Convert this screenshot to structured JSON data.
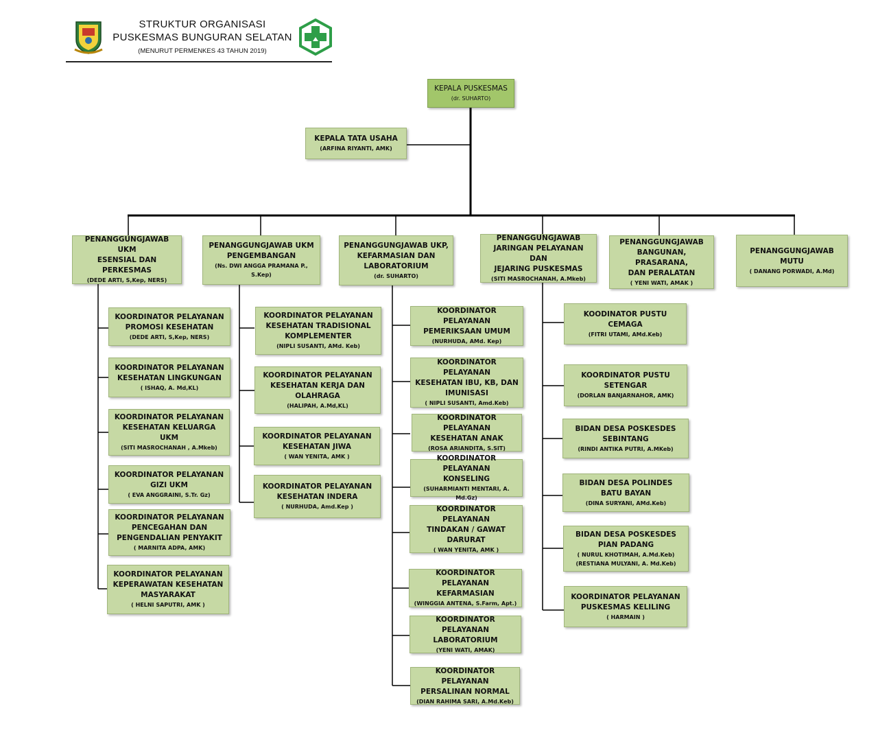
{
  "header": {
    "title_line1": "STRUKTUR ORGANISASI",
    "title_line2": "PUSKESMAS BUNGURAN SELATAN",
    "subtitle": "(MENURUT PERMENKES 43 TAHUN 2019)"
  },
  "colors": {
    "box": "#c6d9a4",
    "head_box": "#a2c66a",
    "lines": "#000000",
    "logo_green": "#2e9e48"
  },
  "icons": {
    "left": "regional-emblem-icon",
    "right": "puskesmas-cross-logo-icon"
  },
  "head": {
    "title": "KEPALA PUSKESMAS",
    "name": "(dr. SUHARTO)"
  },
  "tata_usaha": {
    "title": "KEPALA TATA USAHA",
    "name": "(ARFINA RIYANTI, AMK)"
  },
  "columns": [
    {
      "title": "PENANGGUNGJAWAB UKM\nESENSIAL DAN PERKESMAS",
      "name": "(DEDE ARTI, S,Kep, NERS)",
      "items": [
        {
          "title": "KOORDINATOR PELAYANAN\nPROMOSI KESEHATAN",
          "name": "(DEDE ARTI, S,Kep, NERS)"
        },
        {
          "title": "KOORDINATOR  PELAYANAN\nKESEHATAN LINGKUNGAN",
          "name": "( ISHAQ, A. Md,KL)"
        },
        {
          "title": "KOORDINATOR PELAYANAN\nKESEHATAN KELUARGA UKM",
          "name": "(SITI MASROCHANAH , A.Mkeb)"
        },
        {
          "title": "KOORDINATOR PELAYANAN\nGIZI UKM",
          "name": "( EVA ANGGRAINI, S.Tr. Gz)"
        },
        {
          "title": "KOORDINATOR PELAYANAN\nPENCEGAHAN DAN\nPENGENDALIAN PENYAKIT",
          "name": "( MARNITA ADPA, AMK)"
        },
        {
          "title": "KOORDINATOR PELAYANAN\nKEPERAWATAN KESEHATAN\nMASYARAKAT",
          "name": "(  HELNI SAPUTRI, AMK )"
        }
      ]
    },
    {
      "title": "PENANGGUNGJAWAB UKM\nPENGEMBANGAN",
      "name": "(Ns. DWI ANGGA PRAMANA P., S.Kep)",
      "items": [
        {
          "title": "KOORDINATOR PELAYANAN\nKESEHATAN TRADISIONAL\nKOMPLEMENTER",
          "name": "(NIPLI SUSANTI, AMd. Keb)"
        },
        {
          "title": "KOORDINATOR PELAYANAN\nKESEHATAN KERJA DAN\nOLAHRAGA",
          "name": "(HALIPAH, A.Md,KL)"
        },
        {
          "title": "KOORDINATOR PELAYANAN\nKESEHATAN JIWA",
          "name": "( WAN YENITA, AMK )"
        },
        {
          "title": "KOORDINATOR PELAYANAN\nKESEHATAN INDERA",
          "name": "( NURHUDA, Amd.Kep )"
        }
      ]
    },
    {
      "title": "PENANGGUNGJAWAB UKP,\nKEFARMASIAN DAN\nLABORATORIUM",
      "name": "(dr. SUHARTO)",
      "items": [
        {
          "title": "KOORDINATOR  PELAYANAN\nPEMERIKSAAN UMUM",
          "name": "(NURHUDA, AMd. Kep)"
        },
        {
          "title": "KOORDINATOR  PELAYANAN\nKESEHATAN IBU, KB, DAN\nIMUNISASI",
          "name": "( NIPLI SUSANTI, Amd.Keb)"
        },
        {
          "title": "KOORDINATOR PELAYANAN\nKESEHATAN ANAK",
          "name": "(ROSA ARIANDITA, S.SIT)"
        },
        {
          "title": "KOORDINATOR PELAYANAN\nKONSELING",
          "name": "(SUHARMIANTI MENTARI, A. Md.Gz)"
        },
        {
          "title": "KOORDINATOR PELAYANAN\nTINDAKAN / GAWAT\nDARURAT",
          "name": "( WAN YENITA, AMK )"
        },
        {
          "title": "KOORDINATOR PELAYANAN\nKEFARMASIAN",
          "name": "(WINGGIA ANTENA, S.Farm, Apt.)"
        },
        {
          "title": "KOORDINATOR PELAYANAN\nLABORATORIUM",
          "name": "(YENI WATI, AMAK)"
        },
        {
          "title": "KOORDINATOR PELAYANAN\nPERSALINAN NORMAL",
          "name": "(DIAN RAHIMA SARI, A.Md.Keb)"
        }
      ]
    },
    {
      "title": "PENANGGUNGJAWAB\nJARINGAN PELAYANAN  DAN\nJEJARING PUSKESMAS",
      "name": "(SITI MASROCHANAH, A.Mkeb)",
      "items": [
        {
          "title": "KOODINATOR PUSTU\nCEMAGA",
          "name": "(FITRI UTAMI, AMd.Keb)"
        },
        {
          "title": "KOORDINATOR PUSTU\nSETENGAR",
          "name": "(DORLAN BANJARNAHOR, AMK)"
        },
        {
          "title": "BIDAN DESA POSKESDES\nSEBINTANG",
          "name": "(RINDI ANTIKA PUTRI, A.MKeb)"
        },
        {
          "title": "BIDAN DESA  POLINDES\nBATU BAYAN",
          "name": "(DINA SURYANI, AMd.Keb)"
        },
        {
          "title": "BIDAN DESA POSKESDES\nPIAN PADANG",
          "name": "( NURUL KHOTIMAH, A.Md.Keb)\n(RESTIANA MULYANI, A. Md.Keb)"
        },
        {
          "title": "KOORDINATOR  PELAYANAN\nPUSKESMAS KELILING",
          "name": "( HARMAIN )"
        }
      ]
    },
    {
      "title": "PENANGGUNGJAWAB\nBANGUNAN, PRASARANA,\nDAN PERALATAN",
      "name": "( YENI WATI, AMAK  )",
      "items": []
    },
    {
      "title": "PENANGGUNGJAWAB\nMUTU",
      "name": "( DANANG PORWADI, A.Md)",
      "items": []
    }
  ]
}
